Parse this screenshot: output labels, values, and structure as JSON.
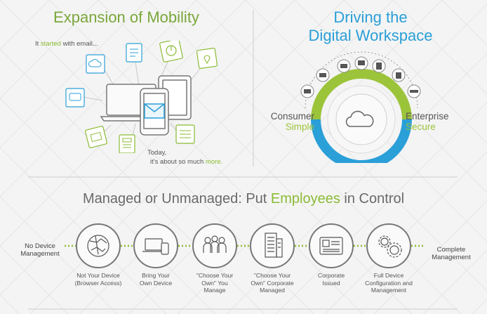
{
  "left": {
    "title": "Expansion of Mobility",
    "intro": {
      "pre": "It ",
      "highlight": "started",
      "post": " with email..."
    },
    "outro": {
      "line1": "Today,",
      "line2_pre": "it's about so much ",
      "line2_highlight": "more."
    }
  },
  "right": {
    "title_line1": "Driving the",
    "title_line2": "Digital Workspace",
    "consumer": {
      "label": "Consumer",
      "sub": "Simple"
    },
    "enterprise": {
      "label": "Enterprise",
      "sub": "Secure"
    }
  },
  "bottom": {
    "title": {
      "pre": "Managed or Unmanaged: Put ",
      "highlight": "Employees",
      "post": " in Control"
    },
    "left_label": {
      "line1": "No Device",
      "line2": "Management"
    },
    "right_label": {
      "line1": "Complete",
      "line2": "Management"
    },
    "steps": [
      {
        "line1": "Not Your Device",
        "line2": "(Browser Access)",
        "line3": "",
        "icon": "globe-icon"
      },
      {
        "line1": "Bring Your",
        "line2": "Own Device",
        "line3": "",
        "icon": "devices-icon"
      },
      {
        "line1": "\"Choose Your",
        "line2": "Own\" You",
        "line3": "Manage",
        "icon": "people-icon"
      },
      {
        "line1": "\"Choose Your",
        "line2": "Own\" Corporate",
        "line3": "Managed",
        "icon": "building-icon"
      },
      {
        "line1": "Corporate",
        "line2": "Issued",
        "line3": "",
        "icon": "id-card-icon"
      },
      {
        "line1": "Full Device",
        "line2": "Configuration and",
        "line3": "Management",
        "icon": "gears-icon"
      }
    ]
  },
  "colors": {
    "green": "#8bbb35",
    "blue": "#2a9fd8",
    "gray_text": "#6a6a6a",
    "circle_stroke": "#7a7a7a"
  }
}
